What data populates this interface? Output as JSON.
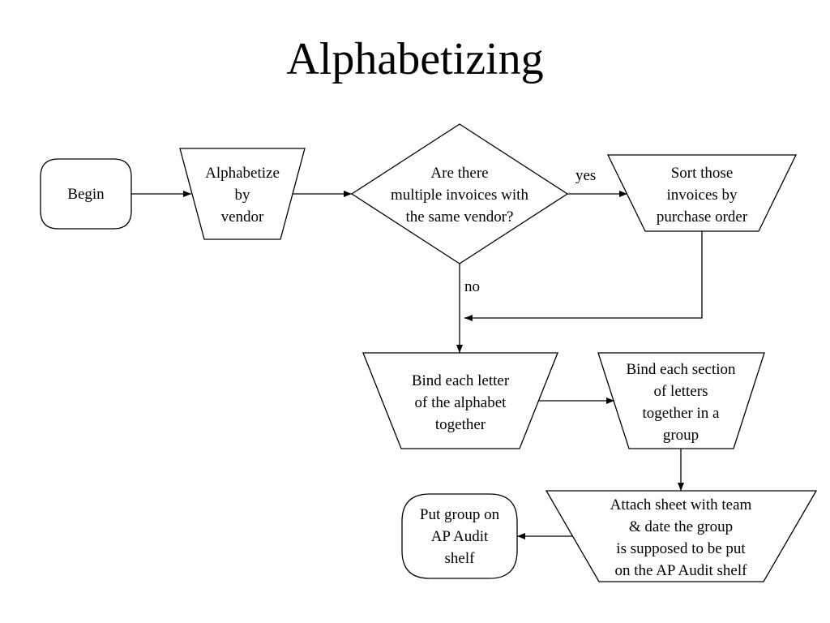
{
  "title": "Alphabetizing",
  "nodes": {
    "begin": "Begin",
    "alphabetize": "Alphabetize\nby\nvendor",
    "decision": "Are there\nmultiple invoices with\nthe same vendor?",
    "sort": "Sort those\ninvoices by\npurchase order",
    "bind_letter": "Bind each letter\nof the alphabet\ntogether",
    "bind_section": "Bind each section\nof letters\ntogether in a\ngroup",
    "attach": "Attach sheet with team\n& date the group\nis supposed to be put\non the AP Audit shelf",
    "put_group": "Put group on\nAP Audit\nshelf"
  },
  "edges": {
    "yes": "yes",
    "no": "no"
  }
}
